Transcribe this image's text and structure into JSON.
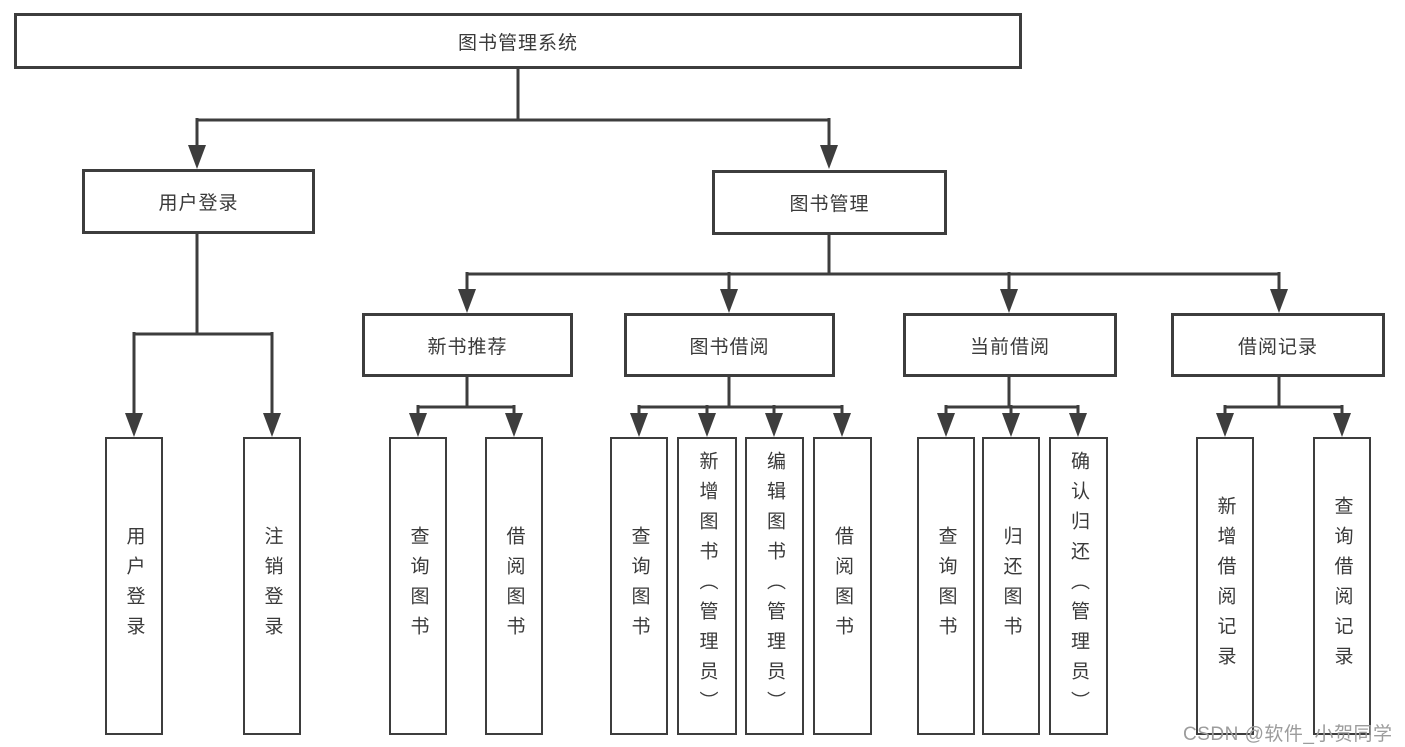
{
  "diagram_title": "图书管理系统",
  "tree": {
    "root": {
      "label": "图书管理系统"
    },
    "branches": [
      {
        "label": "用户登录",
        "children": [
          {
            "label": "用户登录"
          },
          {
            "label": "注销登录"
          }
        ]
      },
      {
        "label": "图书管理",
        "children": [
          {
            "label": "新书推荐",
            "children": [
              {
                "label": "查询图书"
              },
              {
                "label": "借阅图书"
              }
            ]
          },
          {
            "label": "图书借阅",
            "children": [
              {
                "label": "查询图书"
              },
              {
                "label": "新增图书（管理员）"
              },
              {
                "label": "编辑图书（管理员）"
              },
              {
                "label": "借阅图书"
              }
            ]
          },
          {
            "label": "当前借阅",
            "children": [
              {
                "label": "查询图书"
              },
              {
                "label": "归还图书"
              },
              {
                "label": "确认归还（管理员）"
              }
            ]
          },
          {
            "label": "借阅记录",
            "children": [
              {
                "label": "新增借阅记录"
              },
              {
                "label": "查询借阅记录"
              }
            ]
          }
        ]
      }
    ]
  },
  "watermark": {
    "text": "CSDN @软件_小贺同学"
  },
  "colors": {
    "line": "#3d3d3d",
    "text": "#3a3a3a",
    "box_background": "#ffffff",
    "page_background": "#ffffff",
    "watermark": "#9c9c9c"
  }
}
